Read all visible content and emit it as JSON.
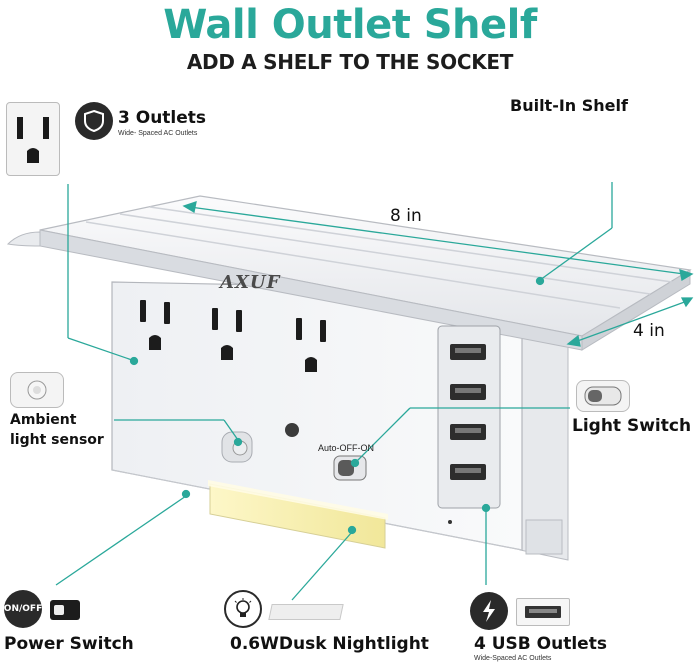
{
  "header": {
    "title": "Wall Outlet Shelf",
    "subtitle": "ADD A SHELF TO THE SOCKET"
  },
  "product": {
    "brand": "AXUF",
    "width_label": "8 in",
    "depth_label": "4 in",
    "switch_label": "Auto-OFF-ON"
  },
  "features": {
    "outlets": {
      "title": "3 Outlets",
      "caption": "Wide- Spaced AC Outlets"
    },
    "shelf": {
      "title": "Built-In Shelf"
    },
    "sensor": {
      "line1": "Ambient",
      "line2": "light sensor"
    },
    "light_switch": {
      "title": "Light Switch"
    },
    "power_switch": {
      "title": "Power Switch",
      "icon_text": "ON/OFF"
    },
    "nightlight": {
      "title": "0.6WDusk Nightlight"
    },
    "usb": {
      "title": "4 USB Outlets",
      "caption": "Wide-Spaced AC Outlets"
    }
  },
  "colors": {
    "accent": "#2aa89a",
    "text": "#111111",
    "device": "#f2f3f5",
    "glow": "#f7f0b5"
  }
}
